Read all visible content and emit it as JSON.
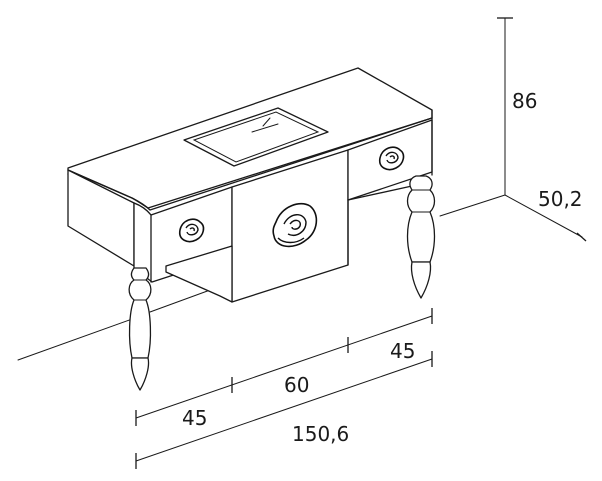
{
  "dimensions": {
    "height": "86",
    "depth": "50,2",
    "back_right_section": "45",
    "back_center_section": "60",
    "front_left_section": "45",
    "total_width": "150,6"
  }
}
